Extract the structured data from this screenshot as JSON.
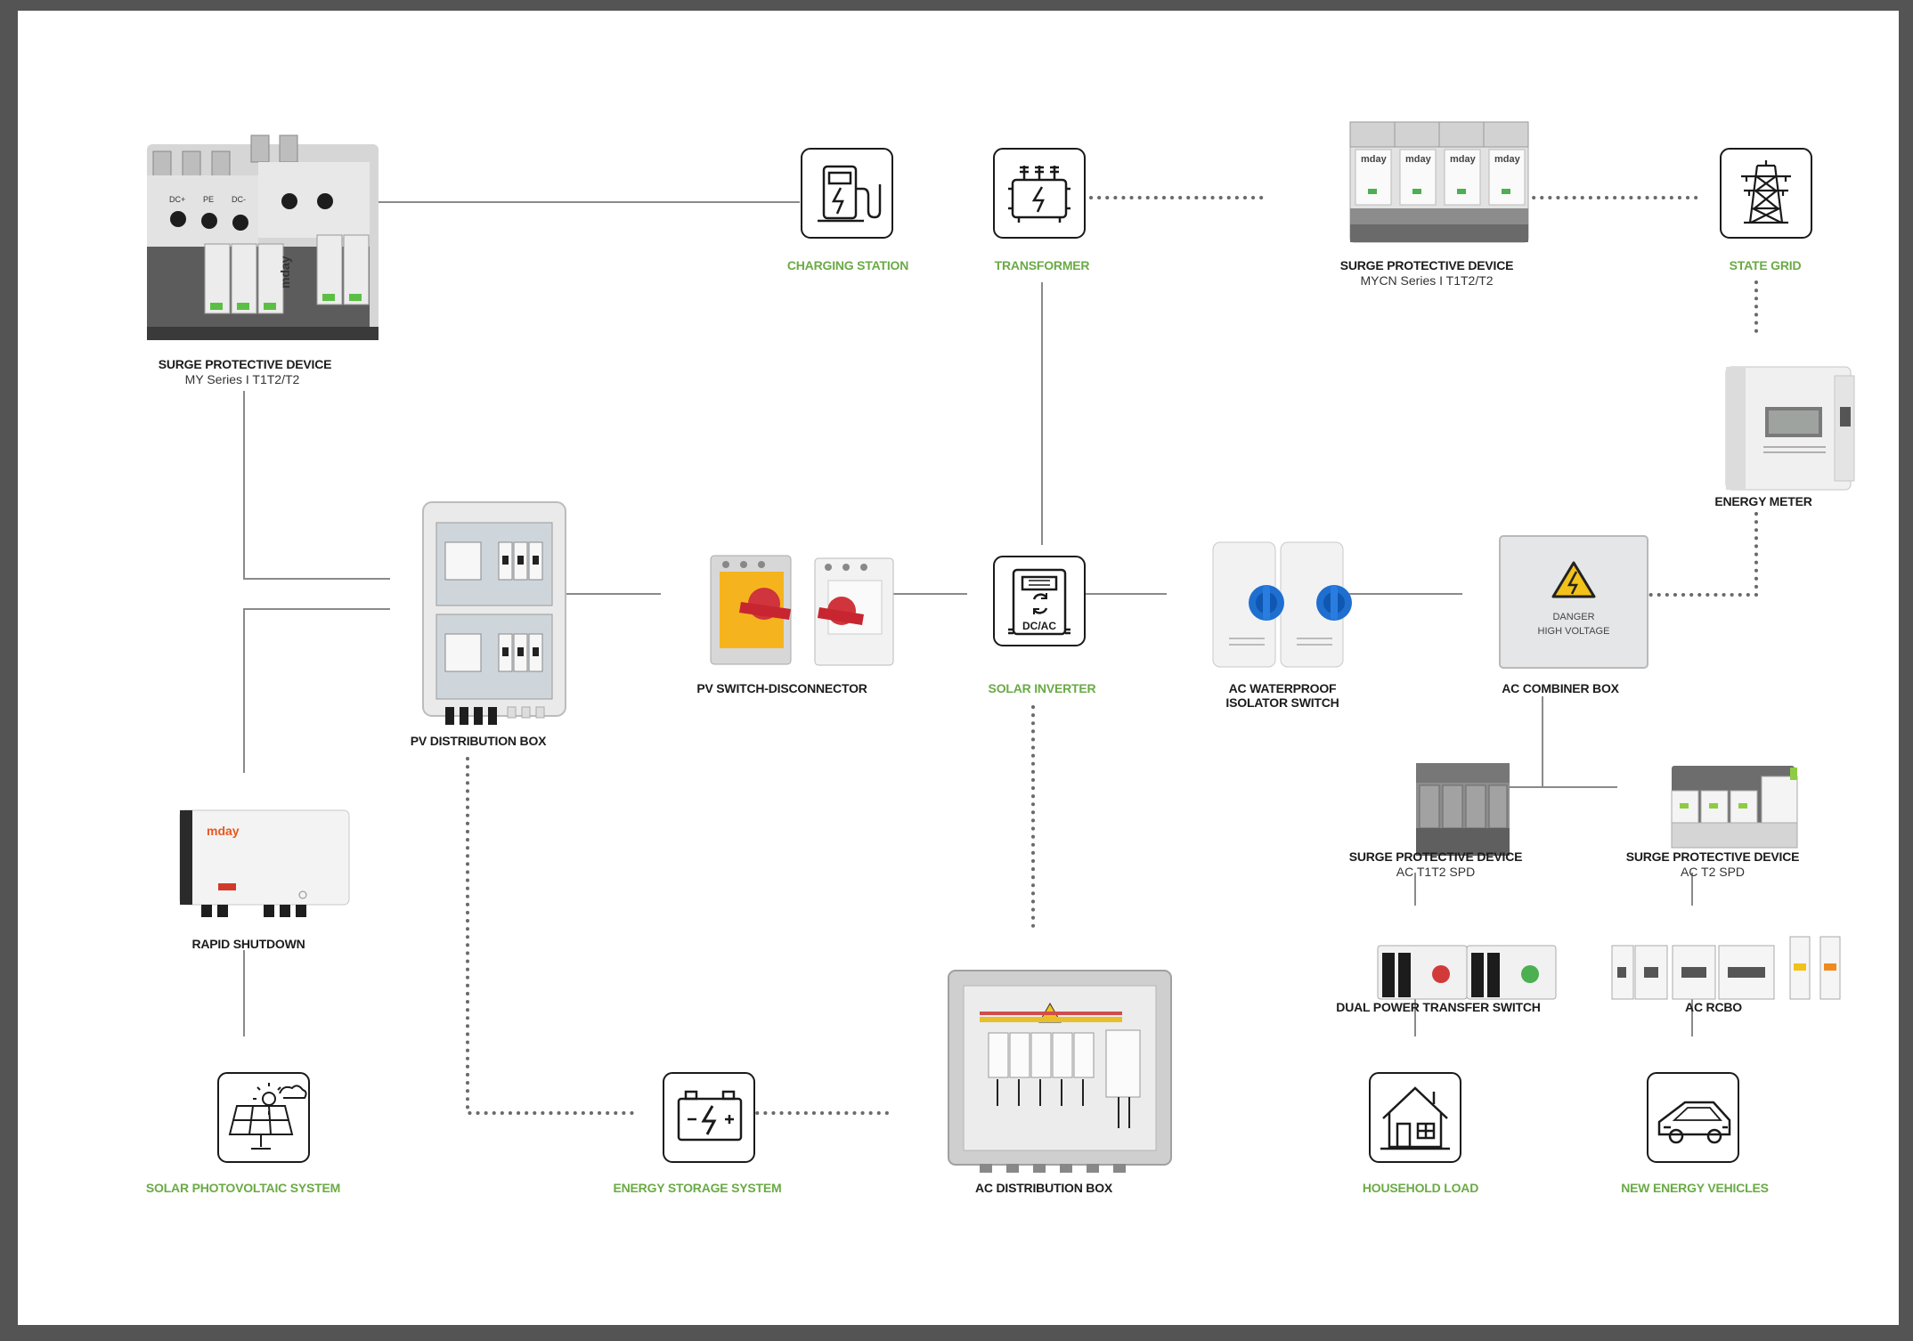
{
  "colors": {
    "accent_green": "#6aaa45",
    "label_dark": "#1c1c1c",
    "frame": "#545454",
    "line": "#8a8a8a"
  },
  "nodes": {
    "spd_my": {
      "title": "SURGE PROTECTIVE DEVICE",
      "subtitle": "MY Series  I  T1T2/T2",
      "brand": "mday",
      "terminals": [
        "DC+",
        "PE",
        "DC-"
      ]
    },
    "charging_station": {
      "title": "CHARGING STATION",
      "icon": "ev-charger-icon"
    },
    "transformer": {
      "title": "TRANSFORMER",
      "icon": "transformer-icon"
    },
    "spd_mycn": {
      "title": "SURGE PROTECTIVE DEVICE",
      "subtitle": "MYCN Series  I  T1T2/T2",
      "brand": "mday"
    },
    "state_grid": {
      "title": "STATE GRID",
      "icon": "power-tower-icon"
    },
    "energy_meter": {
      "title": "ENERGY METER"
    },
    "pv_distribution_box": {
      "title": "PV DISTRIBUTION BOX"
    },
    "pv_switch": {
      "title": "PV SWITCH-DISCONNECTOR"
    },
    "solar_inverter": {
      "title": "SOLAR INVERTER",
      "icon": "inverter-icon",
      "icon_text": "DC/AC"
    },
    "ac_isolator": {
      "title_line1": "AC WATERPROOF",
      "title_line2": "ISOLATOR SWITCH"
    },
    "ac_combiner_box": {
      "title": "AC COMBINER BOX",
      "panel_text_1": "DANGER",
      "panel_text_2": "HIGH VOLTAGE"
    },
    "spd_ac_t1t2": {
      "title": "SURGE PROTECTIVE DEVICE",
      "subtitle": "AC T1T2 SPD"
    },
    "spd_ac_t2": {
      "title": "SURGE PROTECTIVE DEVICE",
      "subtitle": "AC T2 SPD"
    },
    "rapid_shutdown": {
      "title": "RAPID SHUTDOWN",
      "brand": "mday"
    },
    "dual_power_switch": {
      "title": "DUAL POWER TRANSFER SWITCH"
    },
    "ac_rcbo": {
      "title": "AC RCBO"
    },
    "solar_pv_system": {
      "title": "SOLAR PHOTOVOLTAIC SYSTEM",
      "icon": "solar-panel-icon"
    },
    "energy_storage": {
      "title": "ENERGY STORAGE SYSTEM",
      "icon": "battery-icon"
    },
    "ac_distribution_box": {
      "title": "AC DISTRIBUTION BOX"
    },
    "household_load": {
      "title": "HOUSEHOLD LOAD",
      "icon": "house-icon"
    },
    "new_energy_vehicles": {
      "title": "NEW ENERGY VEHICLES",
      "icon": "car-icon"
    }
  },
  "edges": [
    {
      "from": "spd_my",
      "to": "charging_station",
      "style": "solid"
    },
    {
      "from": "transformer",
      "to": "spd_mycn",
      "style": "dotted"
    },
    {
      "from": "spd_mycn",
      "to": "state_grid",
      "style": "dotted"
    },
    {
      "from": "state_grid",
      "to": "energy_meter",
      "style": "dotted"
    },
    {
      "from": "energy_meter",
      "to": "ac_combiner_box",
      "style": "dotted"
    },
    {
      "from": "transformer",
      "to": "solar_inverter",
      "style": "solid"
    },
    {
      "from": "spd_my",
      "to": "pv_distribution_box",
      "style": "solid"
    },
    {
      "from": "pv_distribution_box",
      "to": "pv_switch",
      "style": "solid"
    },
    {
      "from": "pv_switch",
      "to": "solar_inverter",
      "style": "solid"
    },
    {
      "from": "solar_inverter",
      "to": "ac_isolator",
      "style": "solid"
    },
    {
      "from": "ac_isolator",
      "to": "ac_combiner_box",
      "style": "solid"
    },
    {
      "from": "pv_distribution_box",
      "to": "rapid_shutdown",
      "style": "solid"
    },
    {
      "from": "rapid_shutdown",
      "to": "solar_pv_system",
      "style": "solid"
    },
    {
      "from": "pv_distribution_box",
      "to": "energy_storage",
      "style": "dotted"
    },
    {
      "from": "energy_storage",
      "to": "ac_distribution_box",
      "style": "dotted"
    },
    {
      "from": "solar_inverter",
      "to": "ac_distribution_box",
      "style": "dotted"
    },
    {
      "from": "ac_combiner_box",
      "to": "spd_ac_t1t2",
      "style": "solid"
    },
    {
      "from": "ac_combiner_box",
      "to": "spd_ac_t2",
      "style": "solid"
    },
    {
      "from": "spd_ac_t1t2",
      "to": "dual_power_switch",
      "style": "solid"
    },
    {
      "from": "dual_power_switch",
      "to": "household_load",
      "style": "solid"
    },
    {
      "from": "spd_ac_t2",
      "to": "ac_rcbo",
      "style": "solid"
    },
    {
      "from": "ac_rcbo",
      "to": "new_energy_vehicles",
      "style": "solid"
    }
  ]
}
